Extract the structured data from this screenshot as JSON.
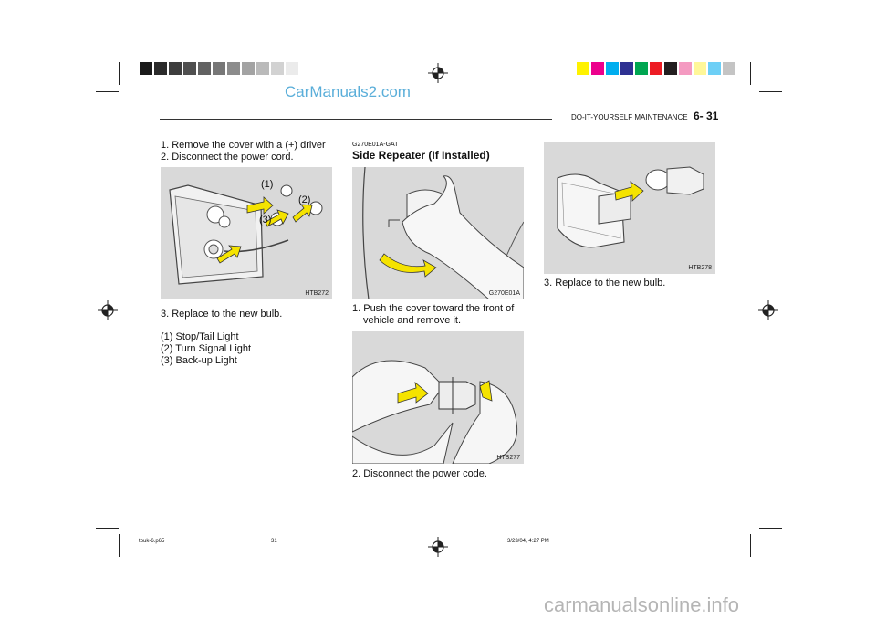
{
  "watermark_top": "CarManuals2.com",
  "watermark_bottom": "carmanualsonline.info",
  "header": {
    "section": "DO-IT-YOURSELF MAINTENANCE",
    "page": "6- 31"
  },
  "colors": {
    "gray_bar": [
      "#1a1a1a",
      "#2b2b2b",
      "#3d3d3d",
      "#4f4f4f",
      "#626262",
      "#777777",
      "#8c8c8c",
      "#a3a3a3",
      "#bababa",
      "#d2d2d2",
      "#ebebeb"
    ],
    "color_bar": [
      "#fff200",
      "#ec008c",
      "#00aeef",
      "#2e3192",
      "#00a651",
      "#ed1c24",
      "#231f20",
      "#f49ac1",
      "#fff799",
      "#6dcff6",
      "#c4c4c4"
    ],
    "arrow_fill": "#f5e300",
    "figure_bg": "#d9d9d9"
  },
  "left_column": {
    "steps": [
      "1. Remove the cover with a (+) driver",
      "2. Disconnect the power cord."
    ],
    "figure_code": "HTB272",
    "callouts": [
      "(1)",
      "(2)",
      "(3)"
    ],
    "step3": "3. Replace to the new bulb.",
    "legend": [
      "(1) Stop/Tail Light",
      "(2) Turn Signal Light",
      "(3) Back-up Light"
    ]
  },
  "middle_column": {
    "code": "G270E01A-GAT",
    "title": "Side Repeater (If Installed)",
    "figure1_code": "G270E01A",
    "step1_line1": "1. Push the cover toward the front of",
    "step1_line2": "vehicle and remove it.",
    "figure2_code": "HTB277",
    "step2": "2. Disconnect the power code."
  },
  "right_column": {
    "figure_code": "HTB278",
    "step3": "3. Replace to the new bulb."
  },
  "footer": {
    "file": "tbuk-6.p65",
    "page": "31",
    "timestamp": "3/23/04, 4:27 PM"
  }
}
